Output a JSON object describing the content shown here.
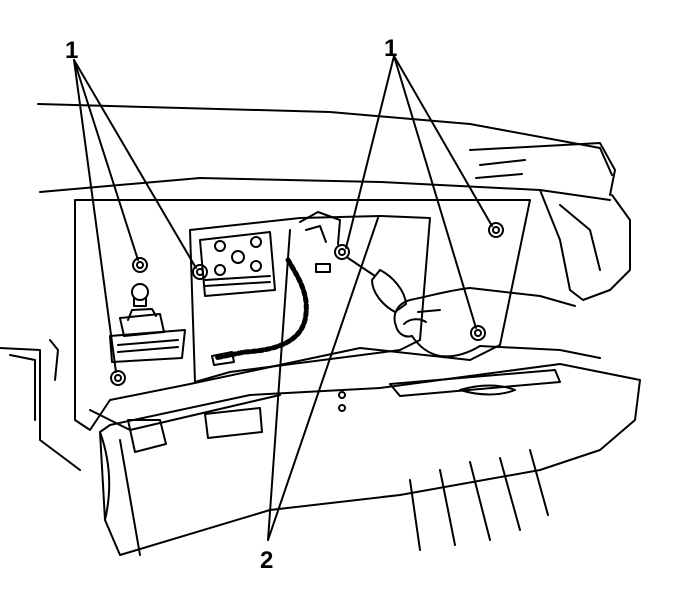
{
  "callouts": {
    "label_left": "1",
    "label_right": "1",
    "label_bottom": "2"
  },
  "colors": {
    "line": "#000000",
    "background": "#ffffff"
  }
}
